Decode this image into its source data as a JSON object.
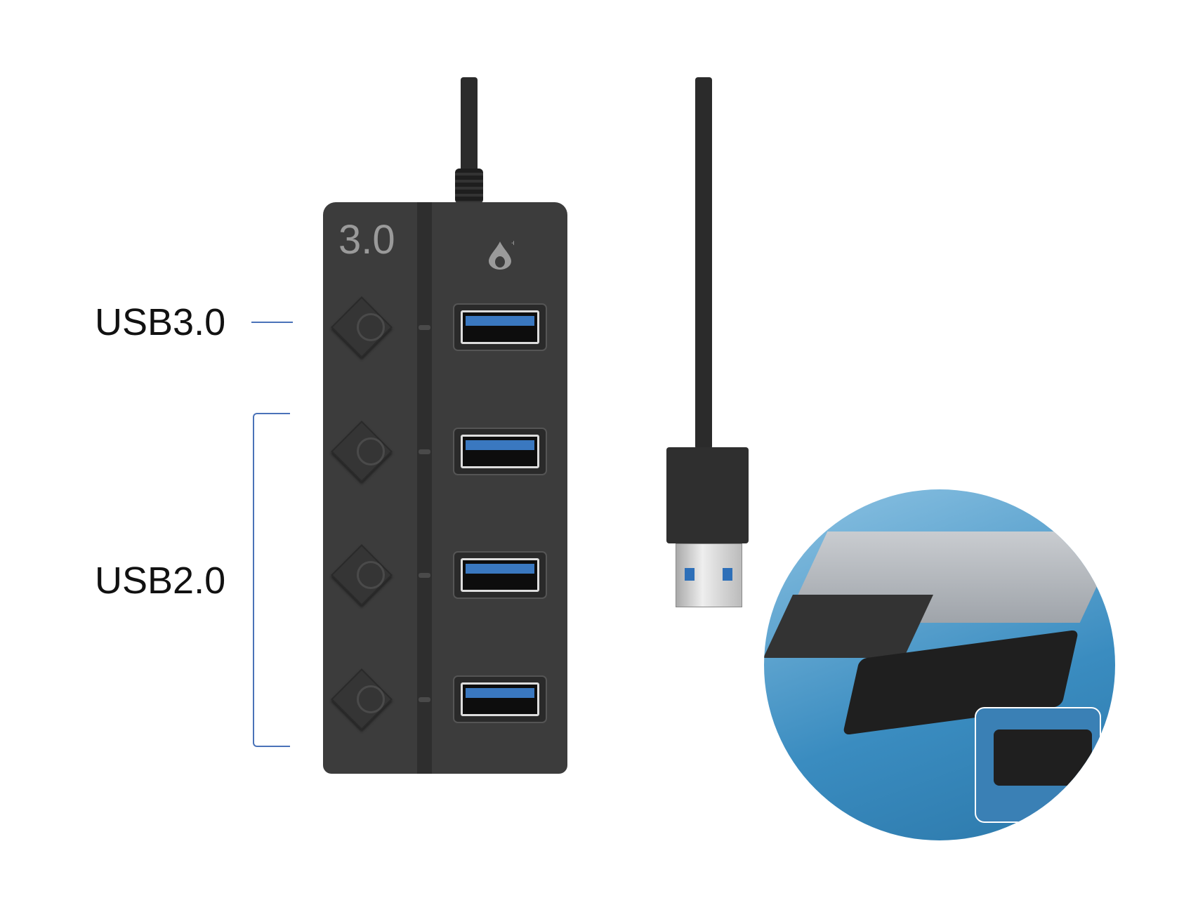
{
  "labels": {
    "usb3": "USB3.0",
    "usb2": "USB2.0"
  },
  "hub": {
    "speed_mark": "3.0",
    "port_count": 4
  },
  "colors": {
    "bracket": "#4a72b8",
    "hub_body": "#3c3c3c",
    "port_blue": "#3a78c0"
  }
}
